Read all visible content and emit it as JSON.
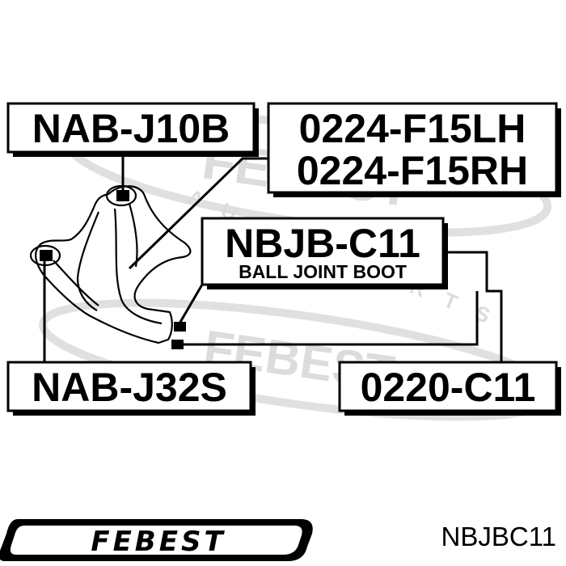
{
  "brand": {
    "logo_text": "FEBEST",
    "watermark_text": "FEBEST",
    "watermark_arc": "AUTO PARTS"
  },
  "labels": {
    "mount_rear_bushing": "NAB-J10B",
    "arm_lh": "0224-F15LH",
    "arm_rh": "0224-F15RH",
    "boot_part": "NBJB-C11",
    "boot_desc": "BALL JOINT BOOT",
    "mount_front_bushing": "NAB-J32S",
    "ball_joint": "0220-C11"
  },
  "footer": {
    "part_code": "NBJBC11"
  },
  "colors": {
    "ink": "#000000",
    "watermark": "#dcdcdc",
    "background": "#ffffff"
  }
}
